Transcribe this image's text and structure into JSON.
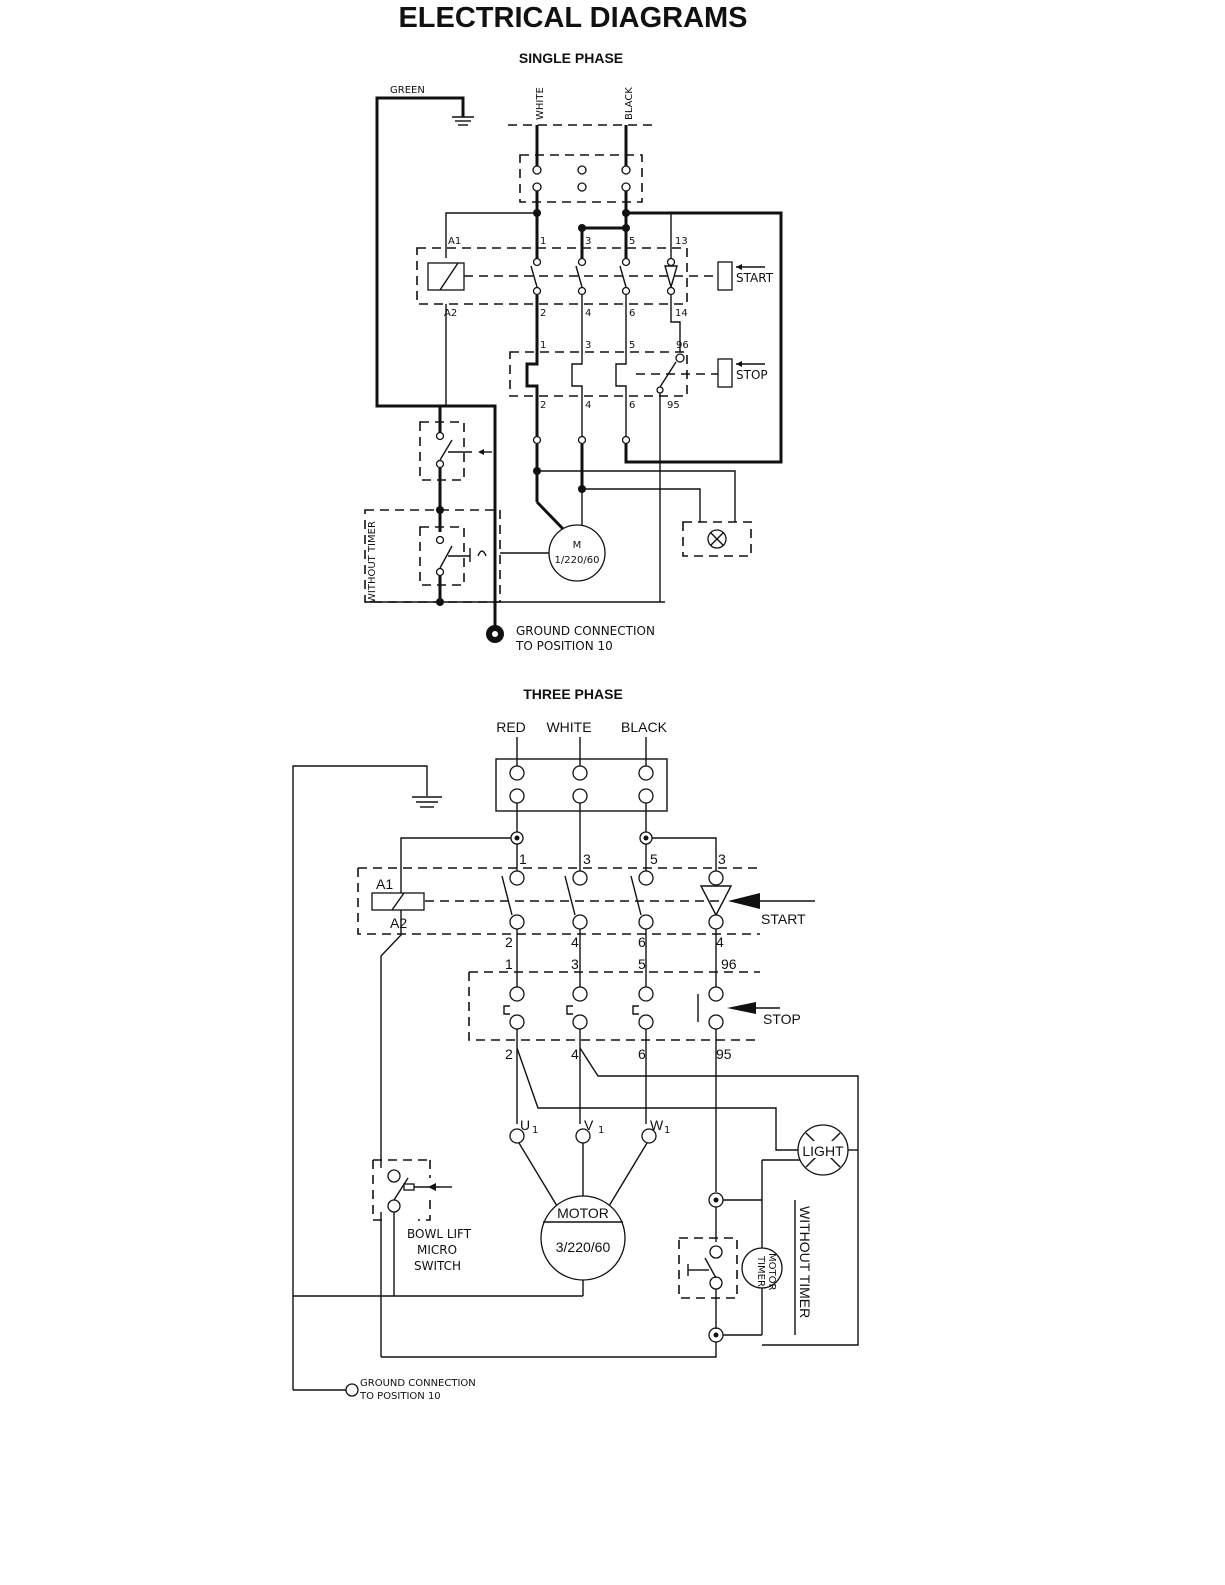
{
  "page": {
    "title": "ELECTRICAL DIAGRAMS"
  },
  "single_phase": {
    "heading": "SINGLE PHASE",
    "wire_labels": {
      "ground": "GREEN",
      "line1": "WHITE",
      "line2": "BLACK"
    },
    "contactor": {
      "coil_top": "A1",
      "coil_bottom": "A2",
      "top_terminals": [
        "1",
        "3",
        "5",
        "13"
      ],
      "bottom_terminals": [
        "2",
        "4",
        "6",
        "14"
      ]
    },
    "overload": {
      "top_terminals": [
        "1",
        "3",
        "5",
        "96"
      ],
      "bottom_terminals": [
        "2",
        "4",
        "6",
        "95"
      ]
    },
    "start_label": "START",
    "stop_label": "STOP",
    "timer_label": "WITHOUT TIMER",
    "motor": {
      "line1": "M",
      "line2": "1/220/60"
    },
    "ground_note": {
      "line1": "GROUND CONNECTION",
      "line2": "TO POSITION 10"
    }
  },
  "three_phase": {
    "heading": "THREE PHASE",
    "wire_labels": [
      "RED",
      "WHITE",
      "BLACK"
    ],
    "contactor": {
      "coil_top": "A1",
      "coil_bottom": "A2",
      "top_terminals": [
        "1",
        "3",
        "5",
        "3"
      ],
      "bottom_terminals": [
        "2",
        "4",
        "6",
        "4"
      ]
    },
    "overload": {
      "top_terminals": [
        "1",
        "3",
        "5",
        "96"
      ],
      "bottom_terminals": [
        "2",
        "4",
        "6",
        "95"
      ]
    },
    "start_label": "START",
    "stop_label": "STOP",
    "motor_terminals": [
      "U",
      "V",
      "W"
    ],
    "motor_terminal_sub": "1",
    "motor": {
      "line1": "MOTOR",
      "line2": "3/220/60"
    },
    "light_label": "LIGHT",
    "timer_motor": {
      "line1": "TIMER",
      "line2": "MOTOR"
    },
    "timer_label": "WITHOUT TIMER",
    "micro_switch": [
      "BOWL LIFT",
      "MICRO",
      "SWITCH"
    ],
    "ground_note": {
      "line1": "GROUND CONNECTION",
      "line2": "TO POSITION 10"
    }
  }
}
